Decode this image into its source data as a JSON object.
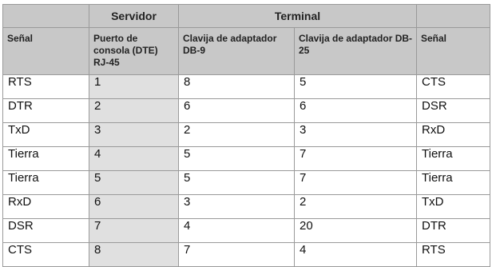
{
  "header": {
    "servidor": "Servidor",
    "terminal": "Terminal"
  },
  "columns": [
    "Señal",
    "Puerto de consola (DTE) RJ-45",
    "Clavija de adaptador DB-9",
    "Clavija de adaptador DB-25",
    "Señal"
  ],
  "rows": [
    [
      "RTS",
      "1",
      "8",
      "5",
      "CTS"
    ],
    [
      "DTR",
      "2",
      "6",
      "6",
      "DSR"
    ],
    [
      "TxD",
      "3",
      "2",
      "3",
      "RxD"
    ],
    [
      "Tierra",
      "4",
      "5",
      "7",
      "Tierra"
    ],
    [
      "Tierra",
      "5",
      "5",
      "7",
      "Tierra"
    ],
    [
      "RxD",
      "6",
      "3",
      "2",
      "TxD"
    ],
    [
      "DSR",
      "7",
      "4",
      "20",
      "DTR"
    ],
    [
      "CTS",
      "8",
      "7",
      "4",
      "RTS"
    ]
  ]
}
